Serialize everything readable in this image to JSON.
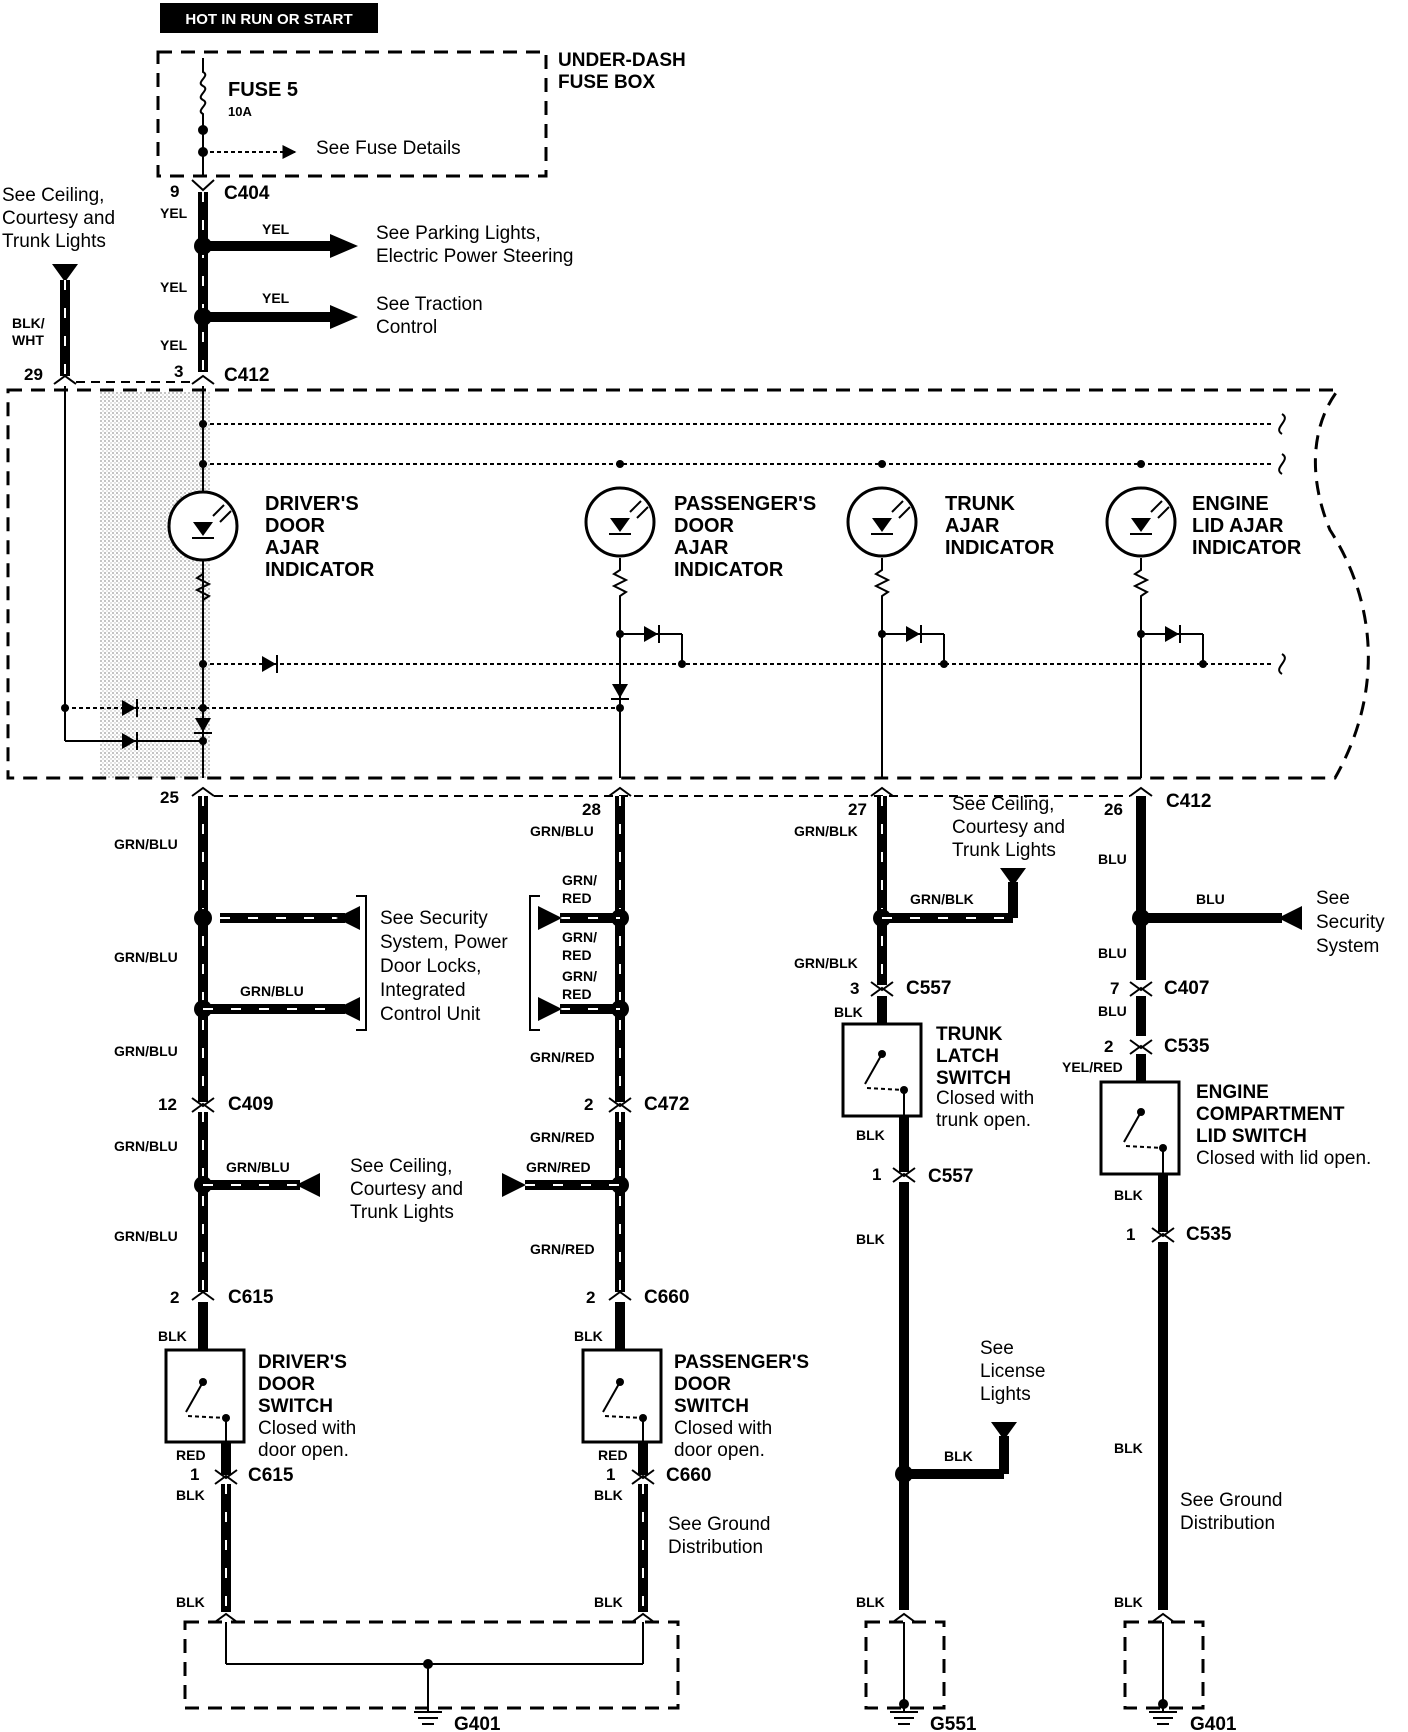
{
  "header": {
    "hot_label": "HOT IN RUN OR START"
  },
  "fuse_box": {
    "name_line1": "UNDER-DASH",
    "name_line2": "FUSE BOX",
    "fuse_label": "FUSE 5",
    "fuse_rating": "10A",
    "fuse_details": "See Fuse Details"
  },
  "connectors": {
    "c404": "C404",
    "c404_pin": "9",
    "c412": "C412",
    "c412_pin_29": "29",
    "c412_pin_3": "3",
    "c412_pin_25": "25",
    "c412_pin_28": "28",
    "c412_pin_27": "27",
    "c412_pin_26": "26",
    "c409": "C409",
    "c409_pin": "12",
    "c472": "C472",
    "c472_pin": "2",
    "c615_top": "C615",
    "c615_top_pin": "2",
    "c615_bot": "C615",
    "c615_bot_pin": "1",
    "c660_top": "C660",
    "c660_top_pin": "2",
    "c660_bot": "C660",
    "c660_bot_pin": "1",
    "c557_top": "C557",
    "c557_top_pin": "3",
    "c557_bot": "C557",
    "c557_bot_pin": "1",
    "c407": "C407",
    "c407_pin": "7",
    "c535_top": "C535",
    "c535_top_pin": "2",
    "c535_bot": "C535",
    "c535_bot_pin": "1"
  },
  "wires": {
    "yel": "YEL",
    "blk_wht_1": "BLK/",
    "blk_wht_2": "WHT",
    "grn_blu": "GRN/BLU",
    "grn_red": "GRN/RED",
    "grn_1": "GRN/",
    "red_2": "RED",
    "grn_blk": "GRN/BLK",
    "blu": "BLU",
    "blk": "BLK",
    "red": "RED",
    "yel_red": "YEL/RED"
  },
  "refs": {
    "ceiling_left_1": "See Ceiling,",
    "ceiling_left_2": "Courtesy and",
    "ceiling_left_3": "Trunk Lights",
    "parking_1": "See Parking Lights,",
    "parking_2": "Electric Power Steering",
    "traction_1": "See Traction",
    "traction_2": "Control",
    "security_1": "See Security",
    "security_2": "System, Power",
    "security_3": "Door Locks,",
    "security_4": "Integrated",
    "security_5": "Control Unit",
    "ceiling_mid_1": "See Ceiling,",
    "ceiling_mid_2": "Courtesy and",
    "ceiling_mid_3": "Trunk Lights",
    "ceiling_trunk_1": "See Ceiling,",
    "ceiling_trunk_2": "Courtesy and",
    "ceiling_trunk_3": "Trunk Lights",
    "security_right_1": "See",
    "security_right_2": "Security",
    "security_right_3": "System",
    "license_1": "See",
    "license_2": "License",
    "license_3": "Lights",
    "ground_left_1": "See Ground",
    "ground_left_2": "Distribution",
    "ground_right_1": "See Ground",
    "ground_right_2": "Distribution"
  },
  "indicators": {
    "driver": [
      "DRIVER'S",
      "DOOR",
      "AJAR",
      "INDICATOR"
    ],
    "passenger": [
      "PASSENGER'S",
      "DOOR",
      "AJAR",
      "INDICATOR"
    ],
    "trunk": [
      "TRUNK",
      "AJAR",
      "INDICATOR"
    ],
    "engine": [
      "ENGINE",
      "LID AJAR",
      "INDICATOR"
    ]
  },
  "switches": {
    "driver": [
      "DRIVER'S",
      "DOOR",
      "SWITCH",
      "Closed with",
      "door open."
    ],
    "passenger": [
      "PASSENGER'S",
      "DOOR",
      "SWITCH",
      "Closed with",
      "door open."
    ],
    "trunk": [
      "TRUNK",
      "LATCH",
      "SWITCH",
      "Closed with",
      "trunk open."
    ],
    "engine": [
      "ENGINE",
      "COMPARTMENT",
      "LID SWITCH",
      "Closed with lid open."
    ]
  },
  "grounds": {
    "g401_left": "G401",
    "g551": "G551",
    "g401_right": "G401"
  }
}
